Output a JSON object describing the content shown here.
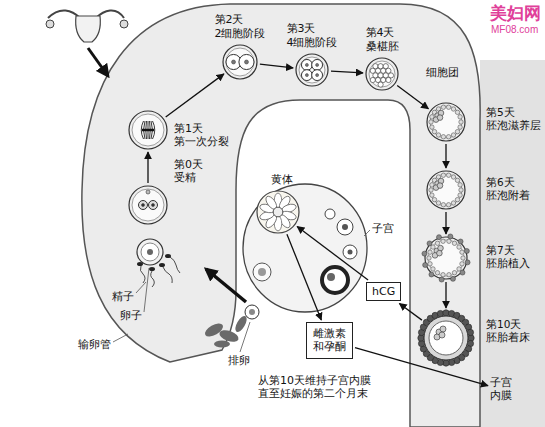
{
  "diagram": {
    "nodes": [
      {
        "text": [
          "第0天 受精"
        ]
      },
      {
        "text": [
          "第1天 第一次分裂"
        ]
      },
      {
        "text": [
          "第2天 2细胞阶段"
        ]
      },
      {
        "text": [
          "第3天 4细胞阶段"
        ]
      },
      {
        "text": [
          "第4天 桑椹胚"
        ]
      },
      {
        "text": [
          "细胞团",
          "第5天 胚泡滋养层"
        ]
      },
      {
        "text": [
          "第6天 胚泡附着"
        ]
      },
      {
        "text": [
          "第7天 胚胎植入"
        ]
      },
      {
        "text": [
          "第10天 胚胎着床"
        ]
      },
      {
        "text": [
          "黄体"
        ]
      },
      {
        "text": [
          "hCG"
        ]
      },
      {
        "text": [
          "雌激素 和孕酮"
        ]
      },
      {
        "text": [
          "子宫 内膜"
        ]
      }
    ],
    "edges": [
      {
        "from": 0,
        "to": 1,
        "arrow": "to"
      },
      {
        "from": 1,
        "to": 2,
        "arrow": "to"
      },
      {
        "from": 2,
        "to": 3,
        "arrow": "to"
      },
      {
        "from": 3,
        "to": 4,
        "arrow": "to"
      },
      {
        "from": 4,
        "to": 5,
        "arrow": "to"
      },
      {
        "from": 5,
        "to": 6,
        "arrow": "to"
      },
      {
        "from": 6,
        "to": 7,
        "arrow": "to"
      },
      {
        "from": 7,
        "to": 8,
        "arrow": "to"
      },
      {
        "from": 8,
        "to": 10,
        "arrow": "to"
      },
      {
        "from": 10,
        "to": 9,
        "arrow": "to"
      },
      {
        "from": 9,
        "to": 11,
        "arrow": "to"
      },
      {
        "from": 11,
        "to": 12,
        "arrow": "to"
      }
    ],
    "labels": [
      "美妇网",
      "MF08.com",
      "精子",
      "卵子",
      "输卵管",
      "排卵",
      "子宫",
      "从第10天维持子宫内膜 直至妊娠的第二个月末"
    ]
  }
}
